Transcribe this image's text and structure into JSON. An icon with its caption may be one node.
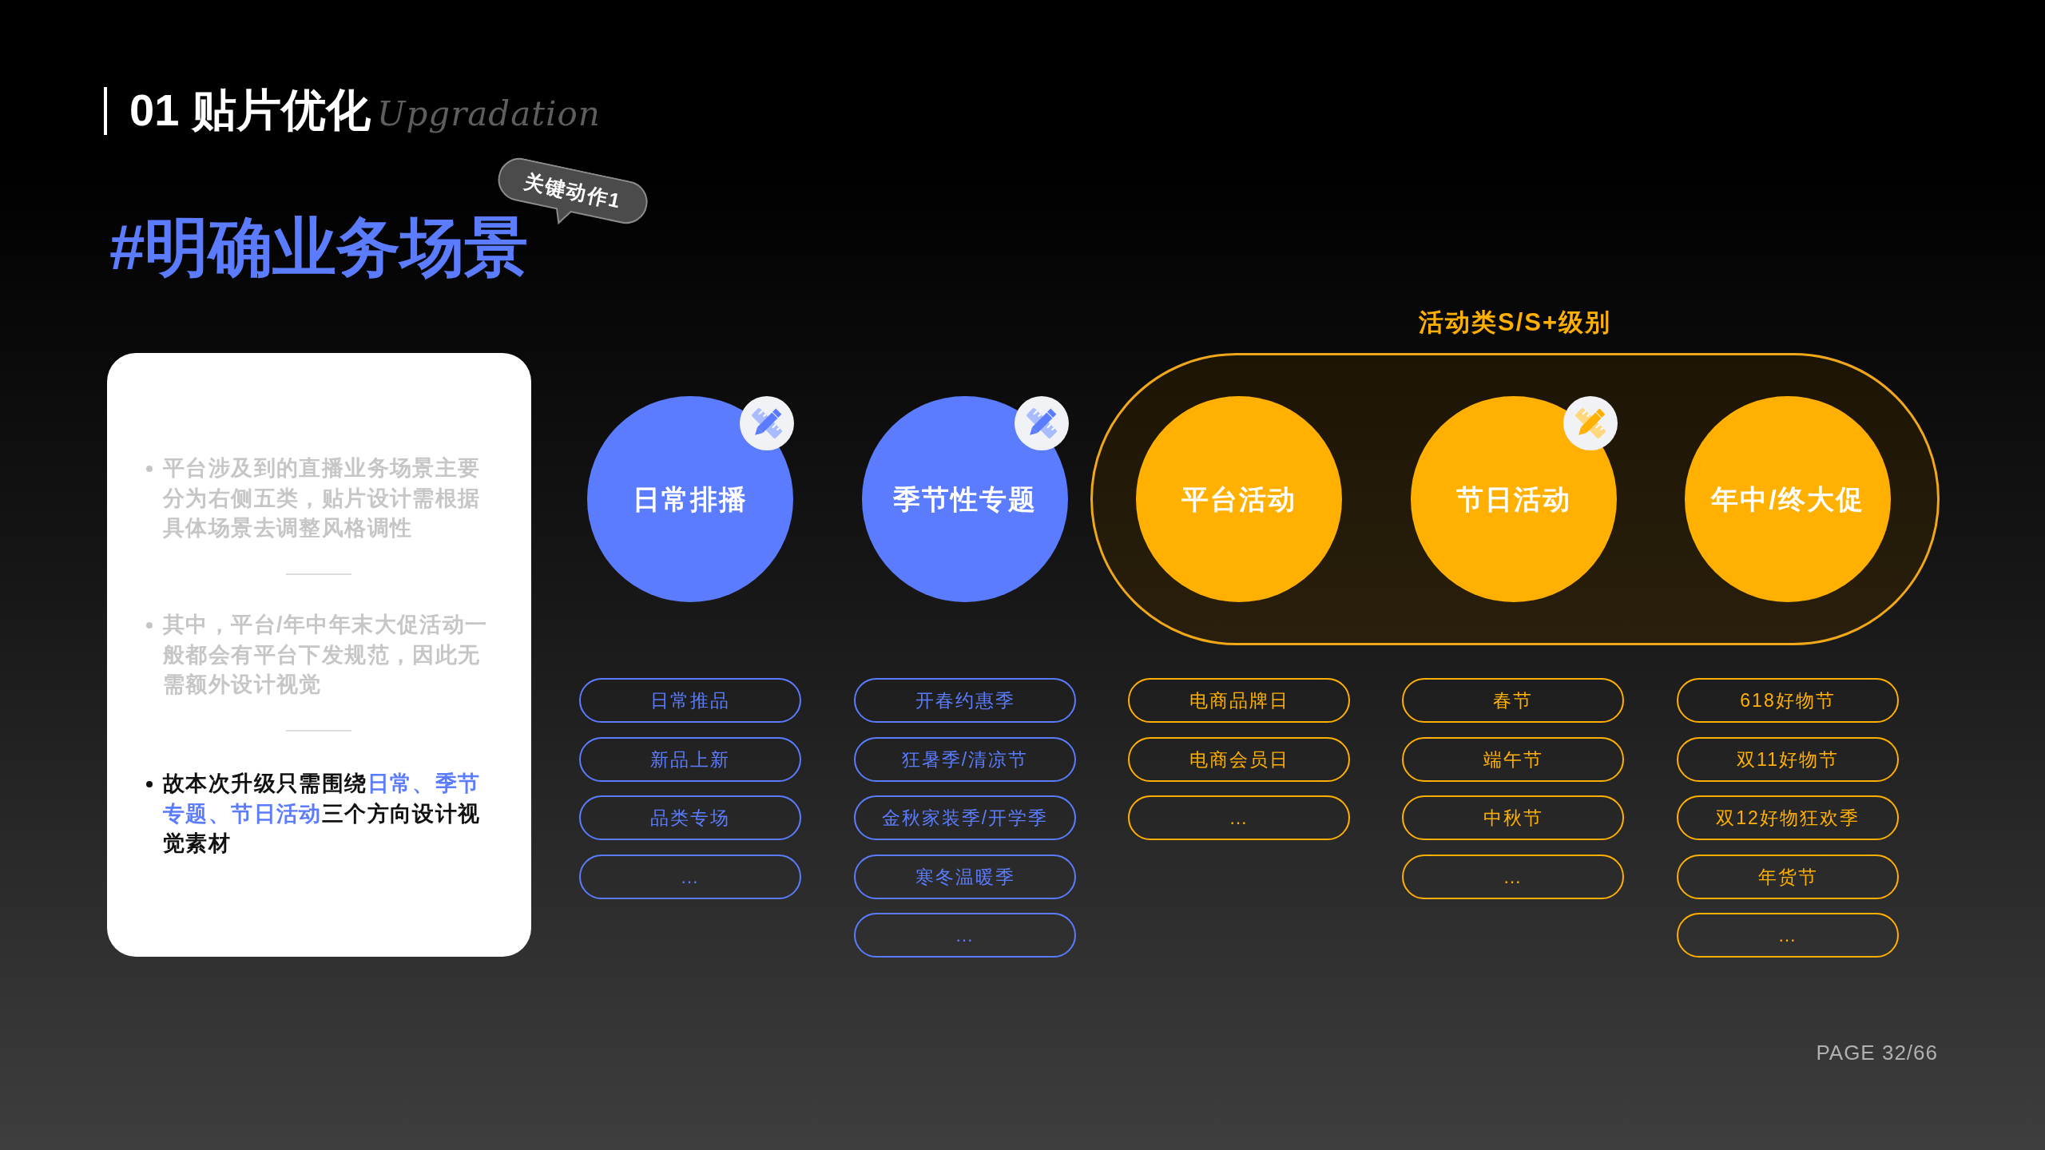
{
  "diagram": {
    "title": "#明确业务场景",
    "nodes": [
      {
        "text": [
          "平台涉及到的直播业务场景主要分为右侧五类，贴片设计需根据具体场景去调整风格调性",
          "其中，平台/年中年末大促活动一般都会有平台下发规范，因此无需额外设计视觉",
          "故本次升级只需围绕**日常、季节专题、节日活动**三个方向设计视觉素材"
        ]
      },
      {
        "text": [
          "关键动作1"
        ]
      },
      {
        "text": [
          "日常排播"
        ]
      },
      {
        "text": [
          "季节性专题"
        ]
      },
      {
        "text": [
          "活动类S/S+级别"
        ]
      },
      {
        "text": [
          "平台活动"
        ],
        "in": 4
      },
      {
        "text": [
          "节日活动"
        ],
        "in": 4
      },
      {
        "text": [
          "年中/终大促"
        ],
        "in": 4
      },
      {
        "text": [
          "日常推品"
        ]
      },
      {
        "text": [
          "新品上新"
        ]
      },
      {
        "text": [
          "品类专场"
        ]
      },
      {
        "text": [
          "…"
        ]
      },
      {
        "text": [
          "开春约惠季"
        ]
      },
      {
        "text": [
          "狂暑季/清凉节"
        ]
      },
      {
        "text": [
          "金秋家装季/开学季"
        ]
      },
      {
        "text": [
          "寒冬温暖季"
        ]
      },
      {
        "text": [
          "…"
        ]
      },
      {
        "text": [
          "电商品牌日"
        ]
      },
      {
        "text": [
          "电商会员日"
        ]
      },
      {
        "text": [
          "…"
        ]
      },
      {
        "text": [
          "春节"
        ]
      },
      {
        "text": [
          "端午节"
        ]
      },
      {
        "text": [
          "中秋节"
        ]
      },
      {
        "text": [
          "…"
        ]
      },
      {
        "text": [
          "618好物节"
        ]
      },
      {
        "text": [
          "双11好物节"
        ]
      },
      {
        "text": [
          "双12好物狂欢季"
        ]
      },
      {
        "text": [
          "年货节"
        ]
      },
      {
        "text": [
          "…"
        ]
      }
    ],
    "labels": [
      "01 贴片优化",
      "Upgradation",
      "PAGE 32/66"
    ]
  }
}
